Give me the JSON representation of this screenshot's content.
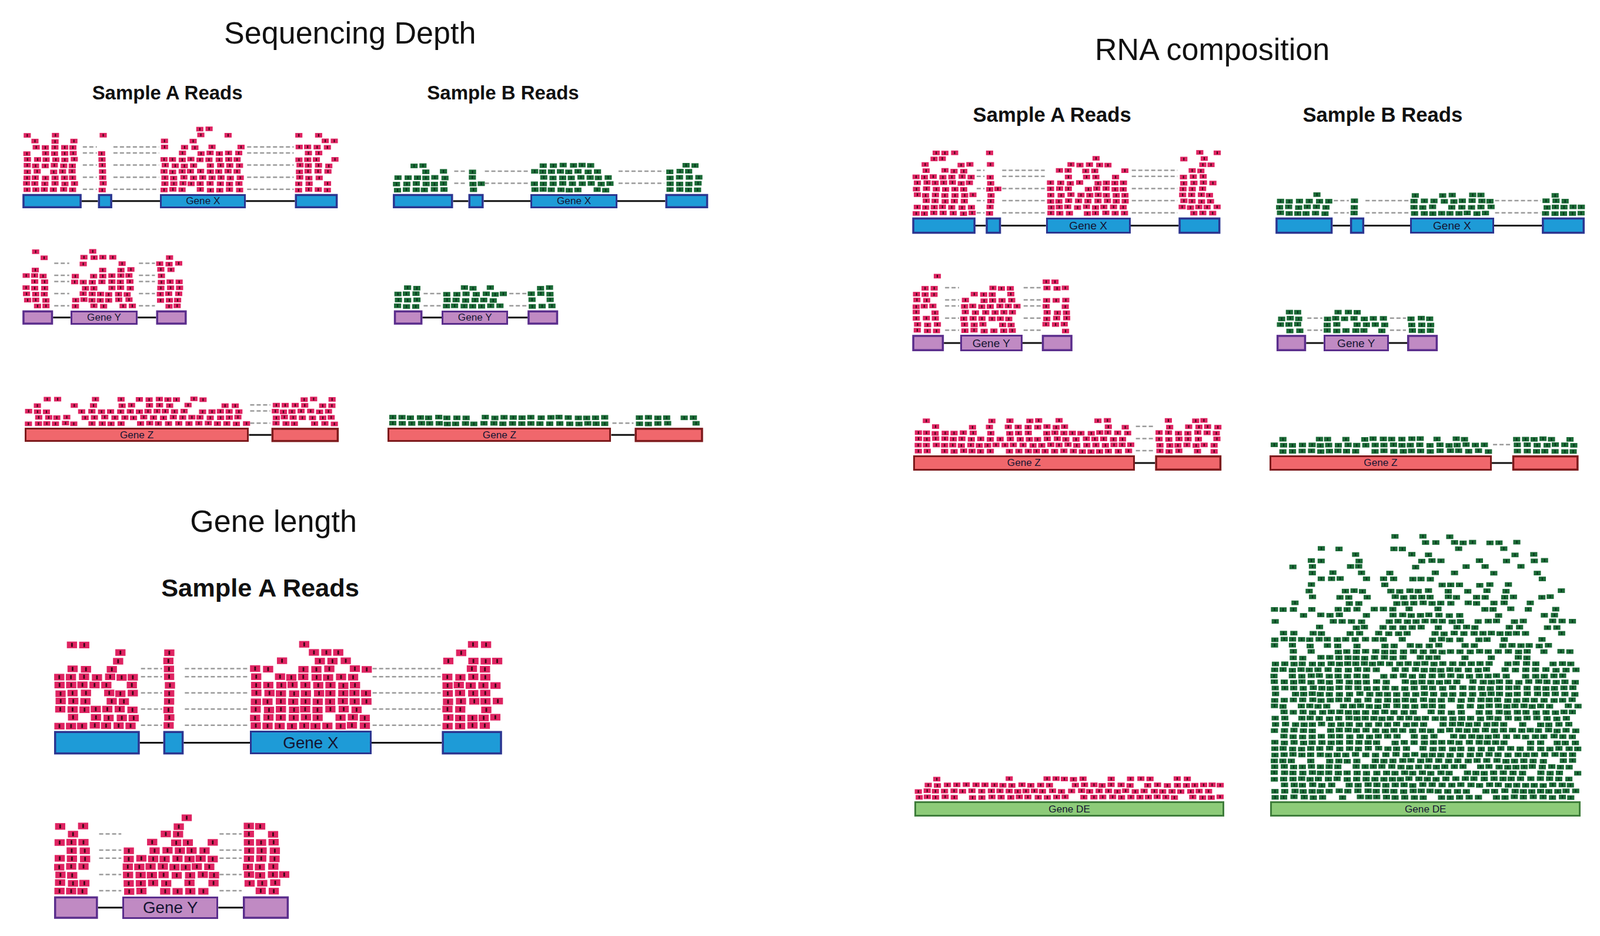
{
  "diagram": {
    "nodes": [
      {
        "text": [
          "Gene X"
        ]
      },
      {
        "text": [
          "Gene Y"
        ]
      },
      {
        "text": [
          "Gene Z"
        ]
      },
      {
        "text": [
          "Gene X"
        ]
      },
      {
        "text": [
          "Gene Y"
        ]
      },
      {
        "text": [
          "Gene Z"
        ]
      },
      {
        "text": [
          "Gene X"
        ]
      },
      {
        "text": [
          "Gene Y"
        ]
      },
      {
        "text": [
          "Gene X"
        ]
      },
      {
        "text": [
          "Gene Y"
        ]
      },
      {
        "text": [
          "Gene Z"
        ]
      },
      {
        "text": [
          "Gene DE"
        ]
      },
      {
        "text": [
          "Gene X"
        ]
      },
      {
        "text": [
          "Gene Y"
        ]
      },
      {
        "text": [
          "Gene Z"
        ]
      },
      {
        "text": [
          "Gene DE"
        ]
      }
    ],
    "labels": [
      "Sequencing Depth",
      "RNA composition",
      "Sample A Reads",
      "Sample B Reads",
      "Sample A Reads",
      "Sample B Reads",
      "Gene length",
      "Sample A Reads"
    ]
  }
}
